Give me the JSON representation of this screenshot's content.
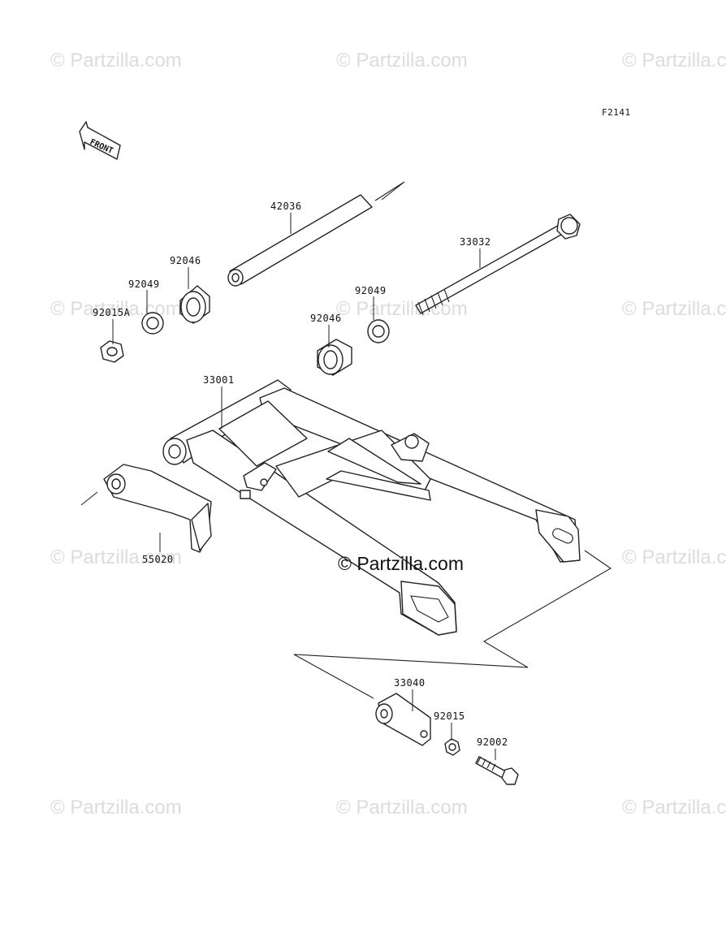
{
  "diagram": {
    "code": "F2141",
    "front_label": "FRONT",
    "watermark_text": "© Partzilla.com",
    "center_watermark": "© Partzilla.com",
    "parts": [
      {
        "id": "42036"
      },
      {
        "id": "33032"
      },
      {
        "id": "92046"
      },
      {
        "id": "92049"
      },
      {
        "id": "92015A"
      },
      {
        "id": "92049"
      },
      {
        "id": "92046"
      },
      {
        "id": "33001"
      },
      {
        "id": "55020"
      },
      {
        "id": "33040"
      },
      {
        "id": "92015"
      },
      {
        "id": "92002"
      }
    ]
  }
}
